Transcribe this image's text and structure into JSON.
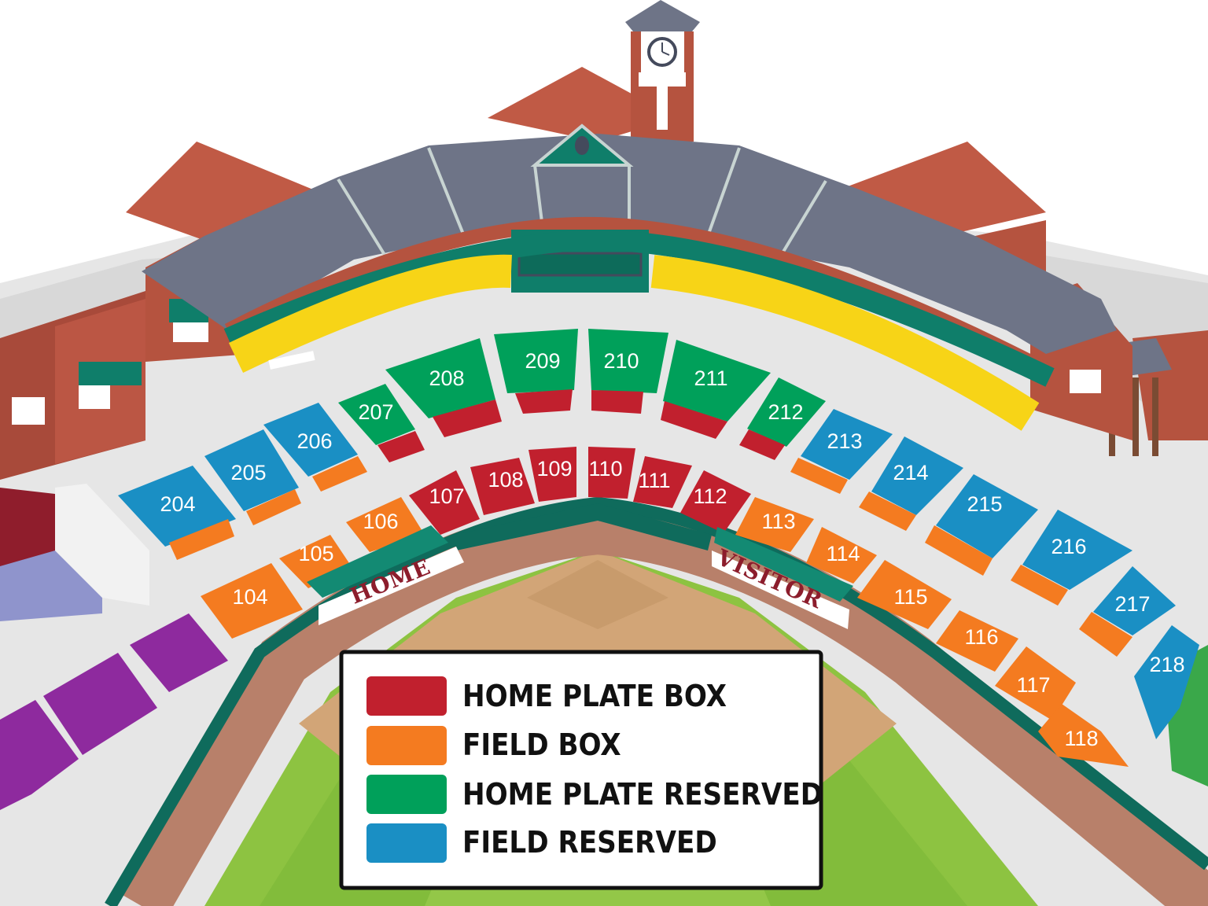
{
  "colors": {
    "home_plate_box": "#c1202e",
    "field_box": "#f47b20",
    "home_plate_reserved": "#00a05a",
    "field_reserved": "#1a8fc4",
    "outfield_purple": "#8e2a9e",
    "roof": "#6e7487",
    "brick": "#b5533f",
    "grass": "#8dc341",
    "dirt": "#d2a577",
    "concourse": "#e6e6e6",
    "yellow_seats": "#f7d417",
    "teal": "#0f7e6a"
  },
  "signs": {
    "home": "HOME",
    "visitor": "VISITOR"
  },
  "legend": {
    "items": [
      {
        "label": "HOME PLATE BOX",
        "color": "#c1202e"
      },
      {
        "label": "FIELD BOX",
        "color": "#f47b20"
      },
      {
        "label": "HOME PLATE RESERVED",
        "color": "#00a05a"
      },
      {
        "label": "FIELD RESERVED",
        "color": "#1a8fc4"
      }
    ]
  },
  "sections": {
    "lower": [
      "104",
      "105",
      "106",
      "107",
      "108",
      "109",
      "110",
      "111",
      "112",
      "113",
      "114",
      "115",
      "116",
      "117",
      "118"
    ],
    "upper": [
      "204",
      "205",
      "206",
      "207",
      "208",
      "209",
      "210",
      "211",
      "212",
      "213",
      "214",
      "215",
      "216",
      "217",
      "218"
    ]
  }
}
